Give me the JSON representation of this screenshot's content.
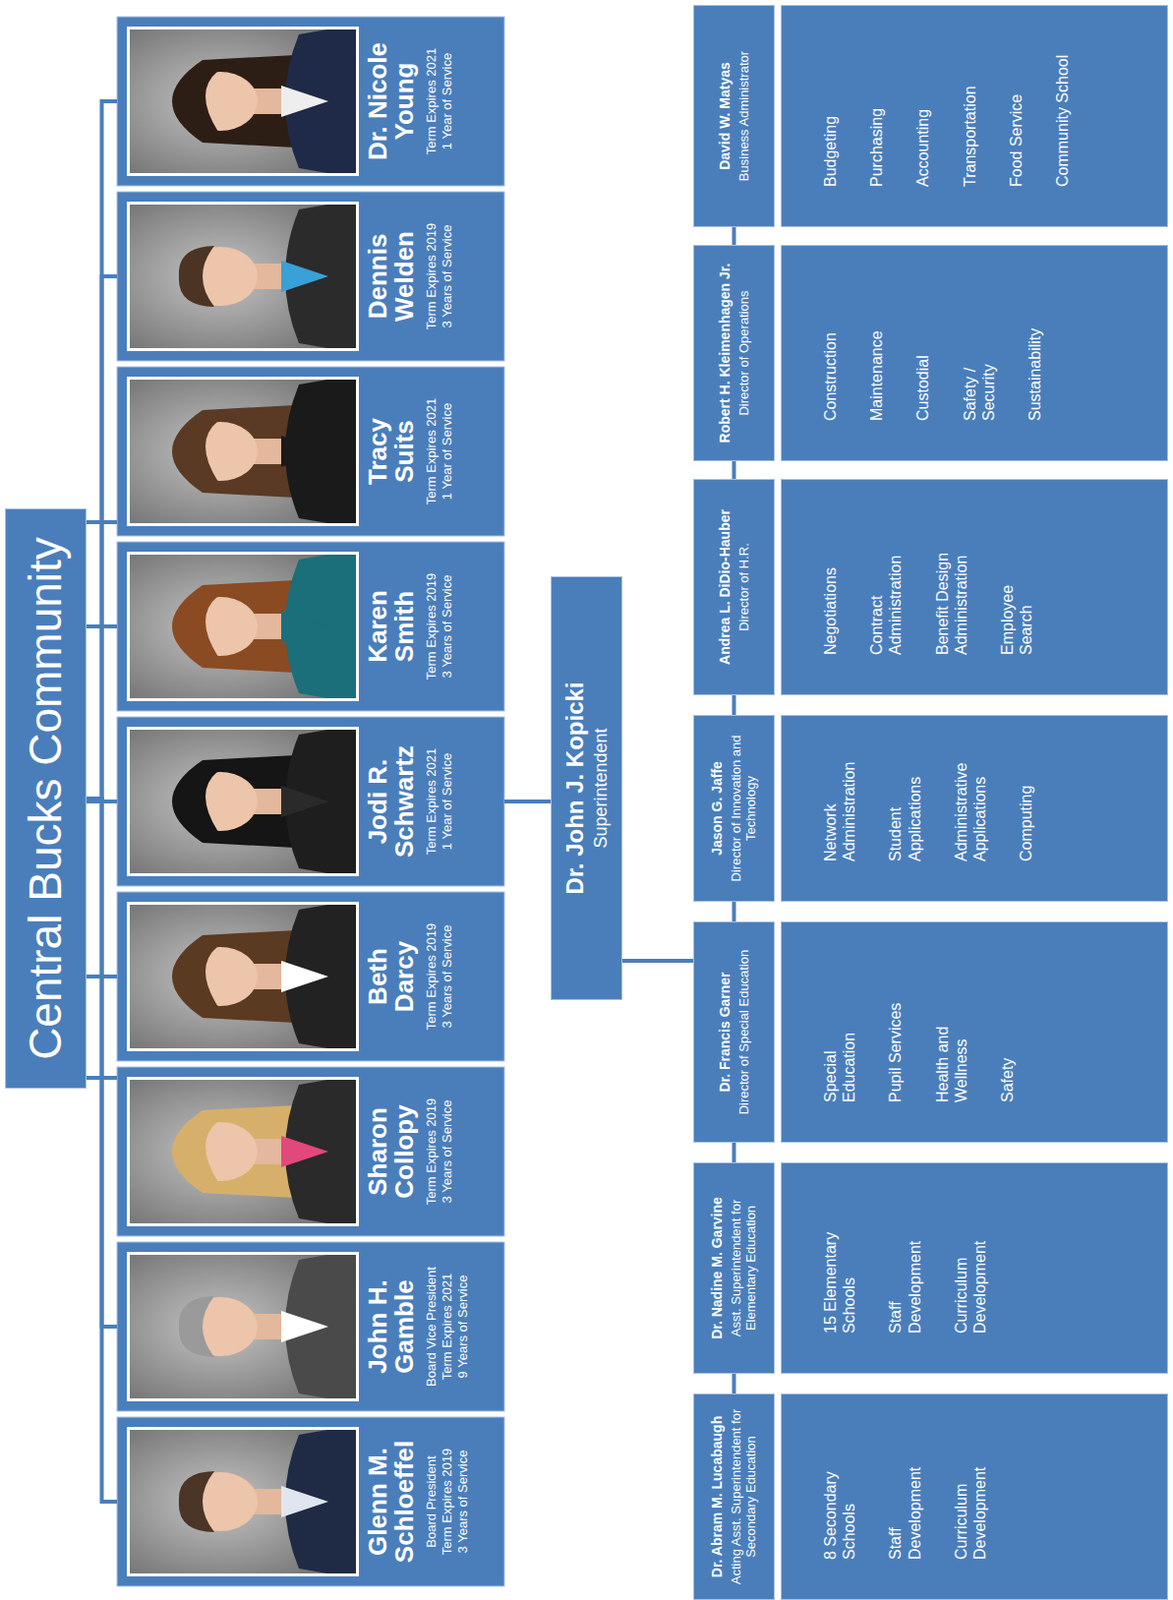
{
  "diagram": {
    "nodes": [
      {
        "text": [
          "Central Bucks Community"
        ]
      },
      {
        "text": [
          "Glenn M. Schloeffel",
          "Board President",
          "Term Expires 2019",
          "3 Years of Service"
        ]
      },
      {
        "text": [
          "John H. Gamble",
          "Board Vice President",
          "Term Expires 2021",
          "9 Years of Service"
        ]
      },
      {
        "text": [
          "Sharon Collopy",
          "Term Expires 2019",
          "3 Years of Service"
        ]
      },
      {
        "text": [
          "Beth Darcy",
          "Term Expires 2019",
          "3 Years of Service"
        ]
      },
      {
        "text": [
          "Jodi R. Schwartz",
          "Term Expires 2021",
          "1 Year of Service"
        ]
      },
      {
        "text": [
          "Karen Smith",
          "Term Expires 2019",
          "3 Years of Service"
        ]
      },
      {
        "text": [
          "Tracy Suits",
          "Term Expires 2021",
          "1 Year of Service"
        ]
      },
      {
        "text": [
          "Dennis Welden",
          "Term Expires 2019",
          "3 Years of Service"
        ]
      },
      {
        "text": [
          "Dr. Nicole Young",
          "Term Expires 2021",
          "1 Year of Service"
        ]
      },
      {
        "text": [
          "Dr. John J. Kopicki",
          "Superintendent"
        ]
      },
      {
        "text": [
          "Dr. Abram M. Lucabaugh",
          "Acting Asst. Superintendent for Secondary Education"
        ]
      },
      {
        "text": [
          "Dr. Nadine M. Garvine",
          "Asst. Superintendent for Elementary Education"
        ]
      },
      {
        "text": [
          "Dr. Francis Garner",
          "Director of Special Education"
        ]
      },
      {
        "text": [
          "Jason G. Jaffe",
          "Director of Innovation and Technology"
        ]
      },
      {
        "text": [
          "Andrea L. DiDio-Hauber",
          "Director of H.R."
        ]
      },
      {
        "text": [
          "Robert H. Kleimenhagen Jr.",
          "Director of Operations"
        ]
      },
      {
        "text": [
          "David W. Matyas",
          "Business Administrator"
        ]
      },
      {
        "text": [
          "8 Secondary Schools",
          "Staff Development",
          "Curriculum Development"
        ]
      },
      {
        "text": [
          "15 Elementary Schools",
          "Staff Development",
          "Curriculum Development"
        ]
      },
      {
        "text": [
          "Special Education",
          "Pupil Services",
          "Health and Wellness",
          "Safety"
        ]
      },
      {
        "text": [
          "Network Administration",
          "Student Applications",
          "Administrative Applications",
          "Computing"
        ]
      },
      {
        "text": [
          "Negotiations",
          "Contract Administration",
          "Benefit Design Administration",
          "Employee Search"
        ]
      },
      {
        "text": [
          "Construction",
          "Maintenance",
          "Custodial",
          "Safety / Security",
          "Sustainability"
        ]
      },
      {
        "text": [
          "Budgeting",
          "Purchasing",
          "Accounting",
          "Transportation",
          "Food Service",
          "Community School"
        ]
      }
    ],
    "edges": [
      {
        "from": 0,
        "to": 1,
        "arrow": "none"
      },
      {
        "from": 0,
        "to": 2,
        "arrow": "none"
      },
      {
        "from": 0,
        "to": 3,
        "arrow": "none"
      },
      {
        "from": 0,
        "to": 4,
        "arrow": "none"
      },
      {
        "from": 0,
        "to": 5,
        "arrow": "none"
      },
      {
        "from": 0,
        "to": 6,
        "arrow": "none"
      },
      {
        "from": 0,
        "to": 7,
        "arrow": "none"
      },
      {
        "from": 0,
        "to": 8,
        "arrow": "none"
      },
      {
        "from": 0,
        "to": 9,
        "arrow": "none"
      },
      {
        "from": 5,
        "to": 10,
        "arrow": "none"
      },
      {
        "from": 10,
        "to": 13,
        "arrow": "none"
      },
      {
        "from": 11,
        "to": 12,
        "arrow": "none"
      },
      {
        "from": 12,
        "to": 13,
        "arrow": "none"
      },
      {
        "from": 13,
        "to": 14,
        "arrow": "none"
      },
      {
        "from": 14,
        "to": 15,
        "arrow": "none"
      },
      {
        "from": 15,
        "to": 16,
        "arrow": "none"
      },
      {
        "from": 16,
        "to": 17,
        "arrow": "none"
      }
    ]
  }
}
